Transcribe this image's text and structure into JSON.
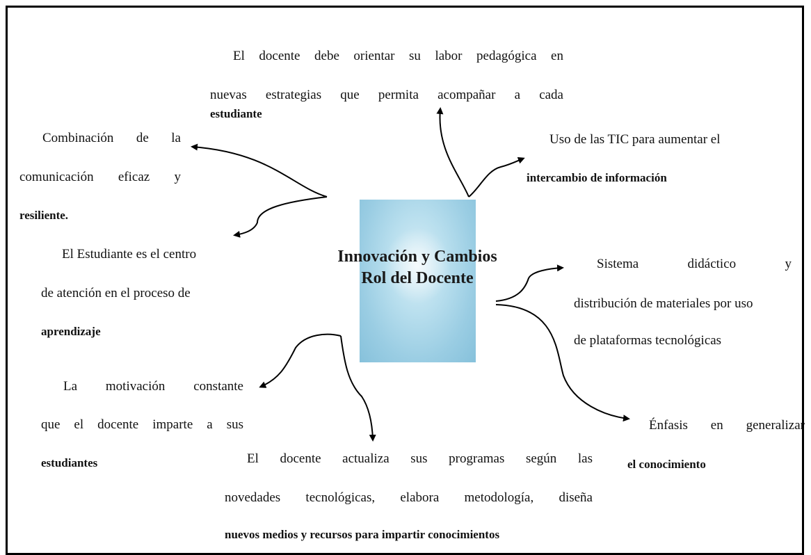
{
  "center": {
    "title_line1": "Innovación y Cambios",
    "title_line2": "Rol del Docente"
  },
  "nodes": {
    "top": {
      "line1": "El docente debe orientar su labor pedagógica en",
      "line2": "nuevas estrategias que permita acompañar a cada",
      "line3": "estudiante"
    },
    "top_right": {
      "line1": "Uso de las TIC para aumentar el",
      "line2": "intercambio de información"
    },
    "left_upper": {
      "line1": "Combinación de la",
      "line2": "comunicación eficaz y",
      "line3": "resiliente."
    },
    "left_middle": {
      "line1": "El Estudiante es el centro",
      "line2": "de atención en el proceso de",
      "line3": "aprendizaje"
    },
    "right_middle": {
      "line1": "Sistema didáctico y",
      "line2": "distribución de materiales por uso",
      "line3": "de plataformas tecnológicas"
    },
    "left_lower": {
      "line1": "La motivación constante",
      "line2": "que el docente imparte a sus",
      "line3": "estudiantes"
    },
    "right_lower": {
      "line1": "Énfasis en generalizar",
      "line2": "el conocimiento"
    },
    "bottom": {
      "line1": "El docente actualiza sus programas según las",
      "line2": "novedades tecnológicas, elabora metodología, diseña",
      "line3": "nuevos medios y recursos para impartir conocimientos"
    }
  }
}
